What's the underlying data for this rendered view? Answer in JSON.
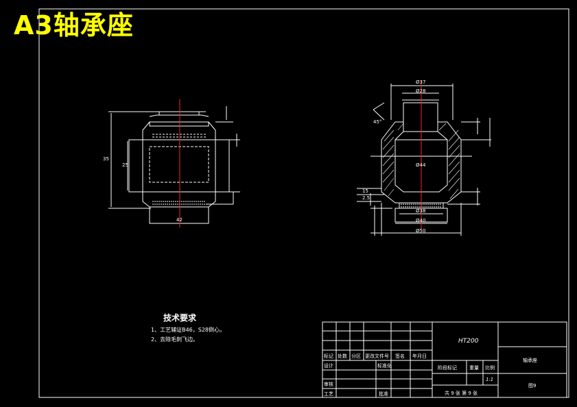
{
  "drawing_title": "A3轴承座",
  "tech_requirements": {
    "heading": "技术要求",
    "items": [
      "1、工艺辅证B46，S28倒心。",
      "2、去除毛刺飞边。"
    ]
  },
  "title_block": {
    "material": "HT200",
    "part_name": "轴承座",
    "drawing_no": "图9",
    "scale": "1:1",
    "sheets": "共 9 张 第 9 张",
    "headers": {
      "mark": "标记",
      "count": "处数",
      "zone": "分区",
      "change_doc": "更改文件号",
      "signature": "签名",
      "date": "年月日",
      "stage_mark": "阶段标记",
      "weight": "重量",
      "ratio": "比例",
      "design": "设计",
      "standardization": "标准化",
      "review": "审核",
      "process": "工艺",
      "approve": "批准"
    }
  },
  "dimensions": {
    "left_width": "42",
    "left_height": "35",
    "left_inner": "25",
    "right_top1": "Ø37",
    "right_top2": "Ø28",
    "right_bore": "Ø44",
    "right_bot1": "Ø38",
    "right_bot2": "Ø40",
    "right_bot3": "Ø50",
    "angle": "45°",
    "ch1": "15",
    "ch2": "2.5"
  },
  "colors": {
    "title": "#ffff00",
    "lines": "#ffffff",
    "centerline": "#ff2020",
    "background": "#000000"
  }
}
